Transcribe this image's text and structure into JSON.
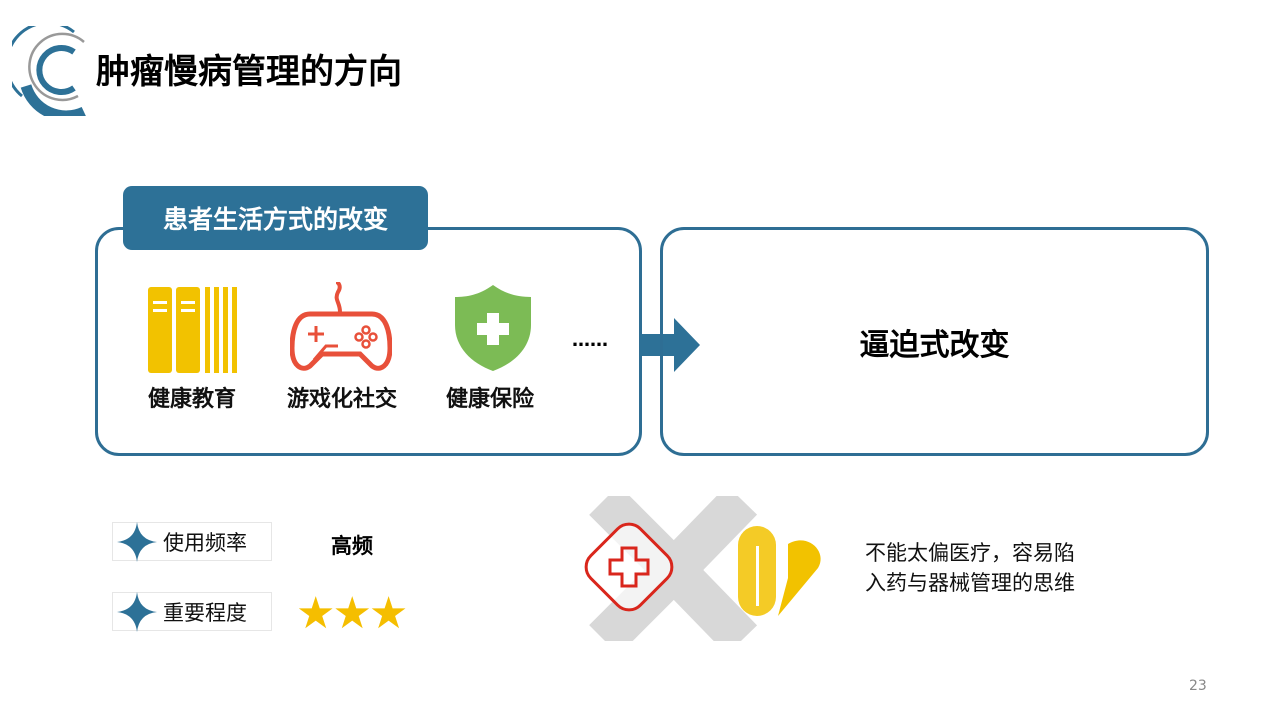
{
  "title": "肿瘤慢病管理的方向",
  "left_panel": {
    "tab_label": "患者生活方式的改变",
    "items": [
      {
        "label": "健康教育",
        "icon": "books-icon"
      },
      {
        "label": "游戏化社交",
        "icon": "gamepad-icon"
      },
      {
        "label": "健康保险",
        "icon": "shield-plus-icon"
      }
    ],
    "ellipsis": "……"
  },
  "right_panel": {
    "label": "逼迫式改变"
  },
  "metrics": [
    {
      "label": "使用频率",
      "value": "高频"
    },
    {
      "label": "重要程度",
      "stars": 3,
      "max_stars": 3
    }
  ],
  "warning": {
    "line1": "不能太偏医疗，容易陷",
    "line2": "入药与器械管理的思维"
  },
  "page_number": "23",
  "colors": {
    "accent": "#2d7197",
    "yellow": "#f2c200",
    "red": "#d9261c",
    "green": "#7cbb55"
  }
}
